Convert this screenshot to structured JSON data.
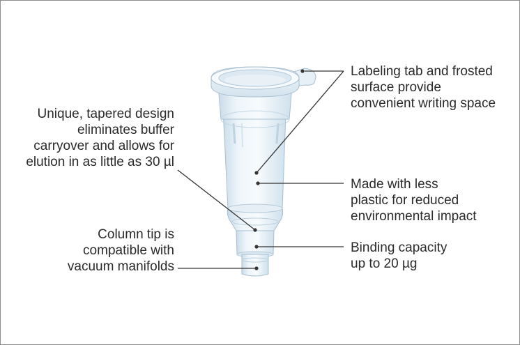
{
  "callouts": {
    "tapered_design": {
      "lines": [
        "Unique, tapered design",
        "eliminates buffer",
        "carryover and allows for",
        "elution in as little as 30 µl"
      ]
    },
    "column_tip": {
      "lines": [
        "Column tip is",
        "compatible with",
        "vacuum manifolds"
      ]
    },
    "labeling_tab": {
      "lines": [
        "Labeling tab and frosted",
        "surface provide",
        "convenient writing space"
      ]
    },
    "less_plastic": {
      "lines": [
        "Made with less",
        "plastic for reduced",
        "environmental impact"
      ]
    },
    "binding_capacity": {
      "lines": [
        "Binding capacity",
        "up to 20 µg"
      ]
    }
  },
  "colors": {
    "tube_light": "#eaf2f8",
    "tube_mid": "#d6e5f0",
    "tube_edge": "#a9bfd0",
    "leader_line": "#333333"
  }
}
